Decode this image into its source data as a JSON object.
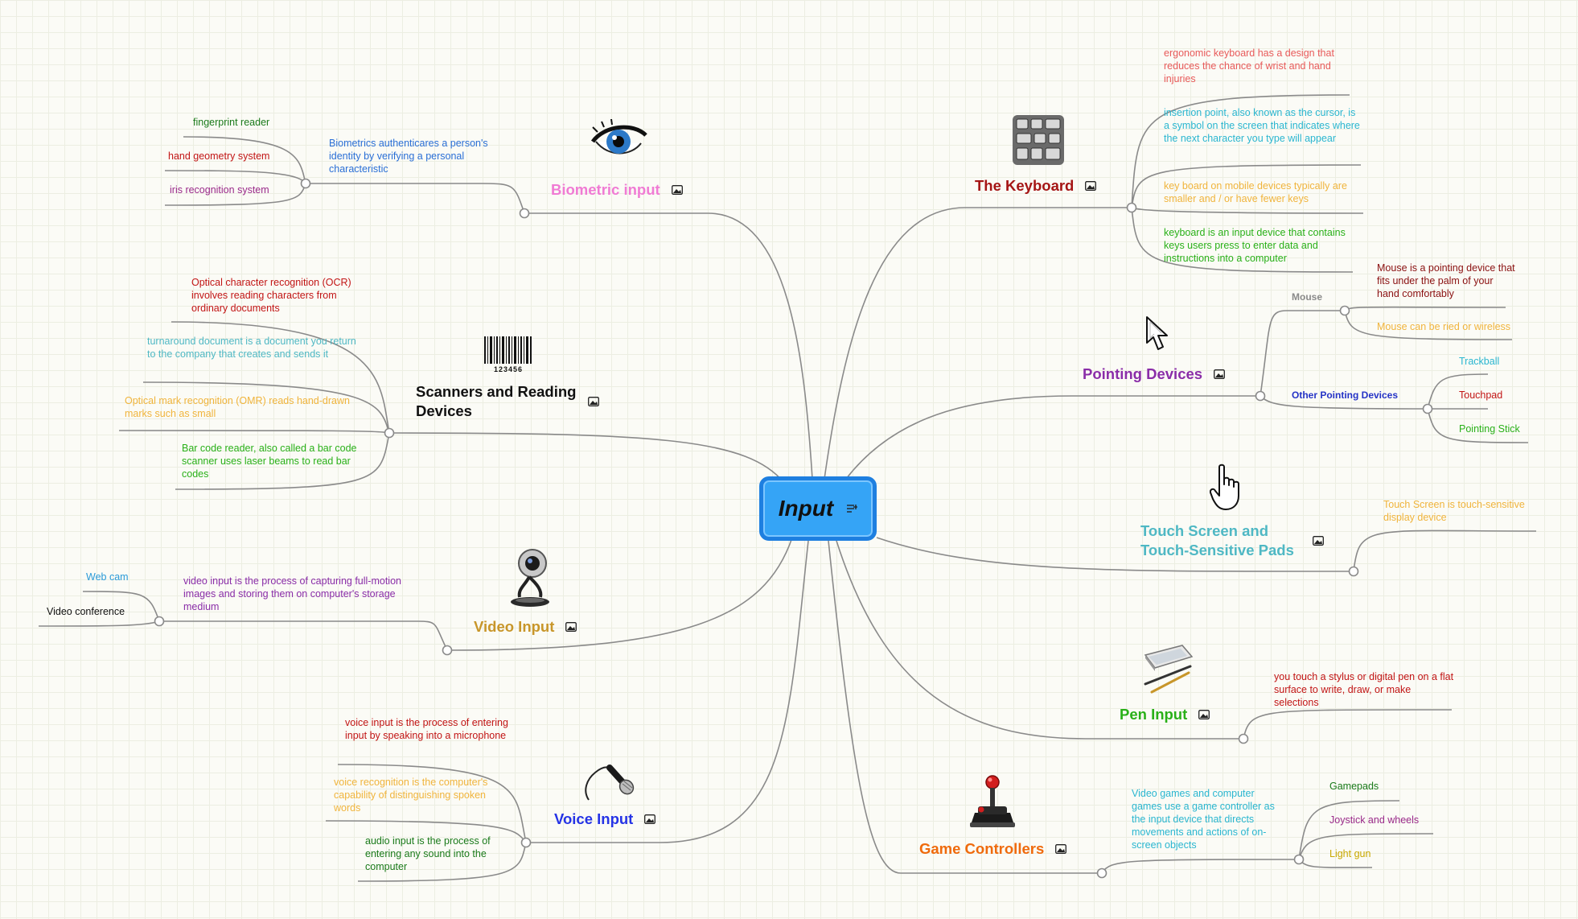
{
  "center": {
    "label": "Input",
    "color": "#35a4f6"
  },
  "branches": {
    "biometric": {
      "label": "Biometric input",
      "color": "#f07bd4",
      "summary": "Biometrics authenticares a person's identity by verifying a personal characteristic",
      "items": [
        "fingerprint reader",
        "hand geometry system",
        "iris recognition system"
      ]
    },
    "scanners": {
      "label": "Scanners and Reading Devices",
      "color": "#111111",
      "barcode_digits": "123456",
      "items": [
        "Optical character recognition (OCR) involves reading characters from ordinary documents",
        "turnaround document is a document you return to the company that creates and sends it",
        "Optical mark recognition (OMR) reads hand-drawn marks such as small",
        "Bar code reader, also called a bar code scanner uses laser beams to read bar codes"
      ]
    },
    "video": {
      "label": "Video Input",
      "color": "#c8962a",
      "summary": "video input is the process of capturing full-motion images and storing them on computer's storage medium",
      "items": [
        "Web cam",
        "Video conference"
      ]
    },
    "voice": {
      "label": "Voice Input",
      "color": "#2533e6",
      "items": [
        "voice input is the process of entering input by speaking into a microphone",
        "voice recognition is the computer's capability of distinguishing spoken words",
        "audio input is the process of entering any sound into the computer"
      ]
    },
    "keyboard": {
      "label": "The Keyboard",
      "color": "#a51515",
      "items": [
        "ergonomic keyboard has a design that reduces the chance of wrist and hand injuries",
        "insertion point, also known as the cursor, is a symbol on the screen that indicates where the next character you type will appear",
        "key board on mobile devices typically are smaller and / or have fewer keys",
        "keyboard is an input device that contains keys users press to enter data and instructions into a computer"
      ]
    },
    "pointing": {
      "label": "Pointing Devices",
      "color": "#8a2da8",
      "mouse": {
        "label": "Mouse",
        "items": [
          "Mouse is a pointing device that fits under the palm of your hand comfortably",
          "Mouse can be ried or wireless"
        ]
      },
      "other": {
        "label": "Other Pointing Devices",
        "items": [
          "Trackball",
          "Touchpad",
          "Pointing Stick"
        ]
      }
    },
    "touch": {
      "label": "Touch Screen and Touch-Sensitive Pads",
      "color": "#4fb8c4",
      "items": [
        "Touch Screen is touch-sensitive display device"
      ]
    },
    "pen": {
      "label": "Pen Input",
      "color": "#29b018",
      "items": [
        "you touch a stylus or digital pen on a flat surface to write, draw, or make selections"
      ]
    },
    "game": {
      "label": "Game Controllers",
      "color": "#ef6a0c",
      "summary": "Video games and computer games use a game controller as the input device that directs movements and actions of on-screen objects",
      "items": [
        "Gamepads",
        "Joystick and wheels",
        "Light gun"
      ]
    }
  }
}
